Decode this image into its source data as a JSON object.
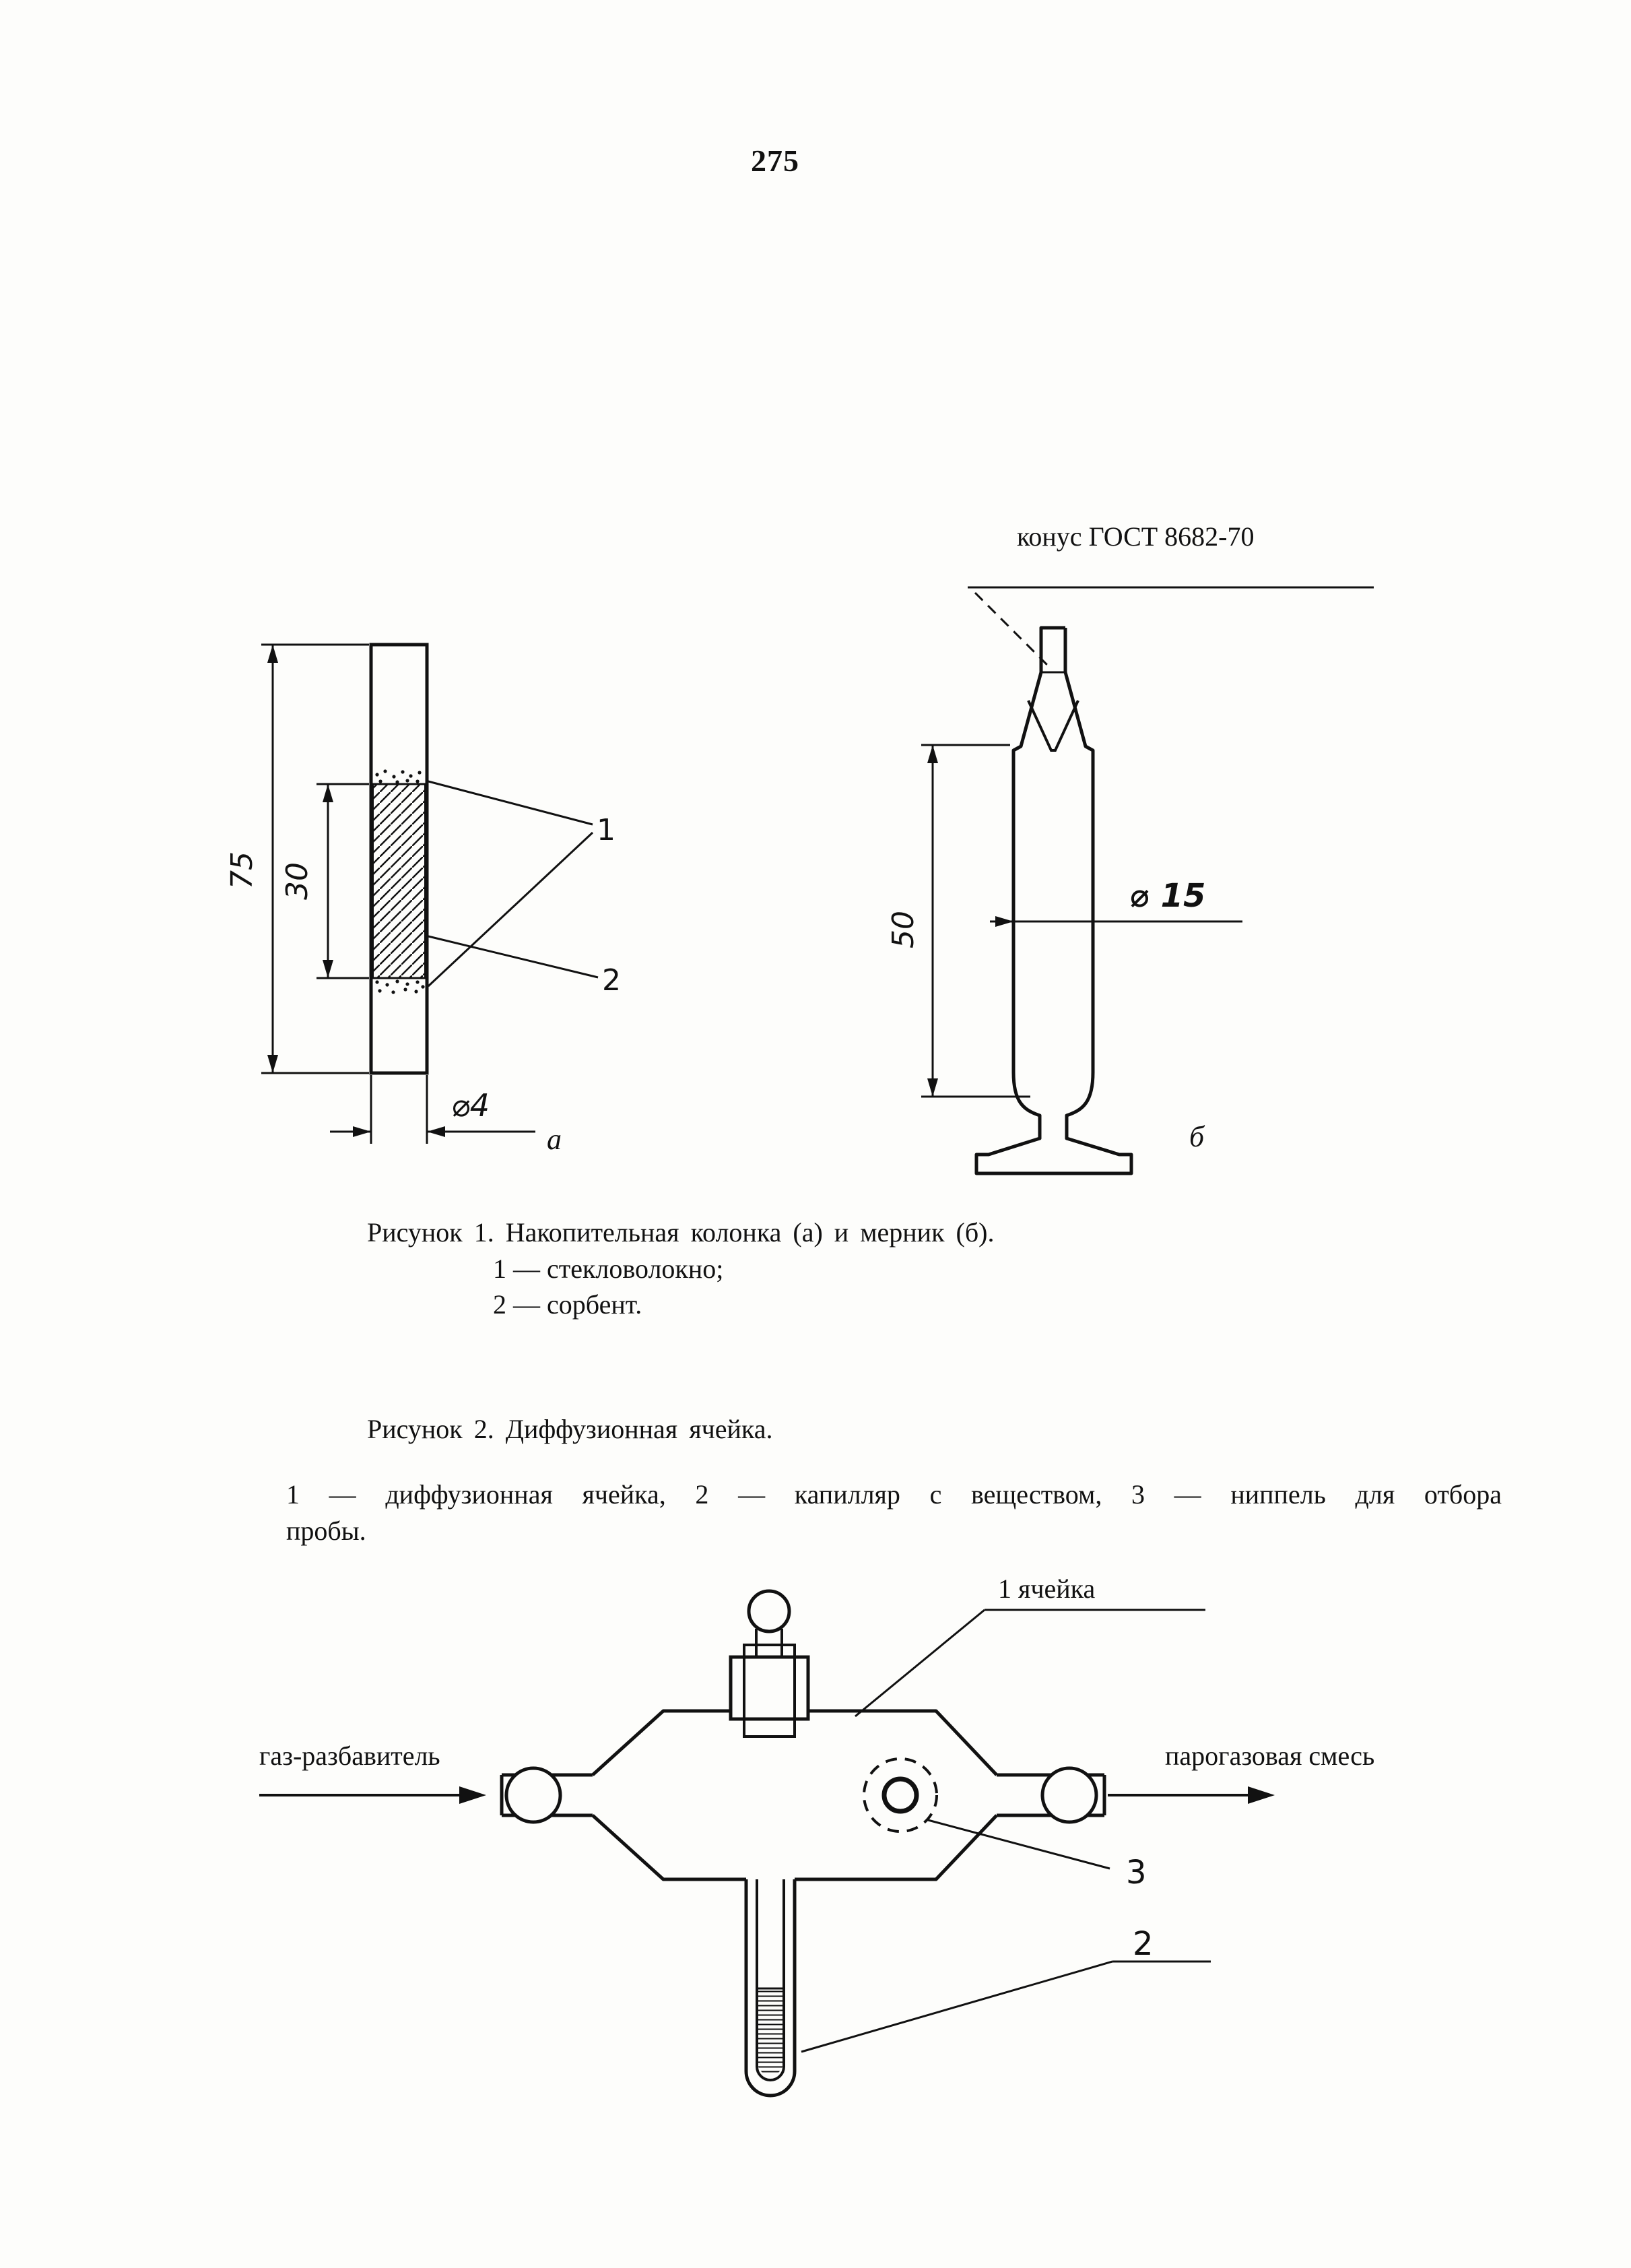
{
  "page": {
    "number": "275"
  },
  "figure1": {
    "cone_label": "конус  ГОСТ  8682-70",
    "column": {
      "dim_total_height": "75",
      "dim_sorbent_height": "30",
      "dim_diameter": "⌀4",
      "callout_glass_fiber": "1",
      "callout_sorbent": "2",
      "sublabel": "а"
    },
    "vessel": {
      "dim_height": "50",
      "dim_diameter": "⌀ 15",
      "sublabel": "б"
    },
    "caption": "Рисунок 1. Накопительная колонка (а) и мерник (б).",
    "legend_1": "1 — стекловолокно;",
    "legend_2": "2 — сорбент."
  },
  "figure2": {
    "caption": "Рисунок 2. Диффузионная ячейка.",
    "description_line1": "1 — диффузионная ячейка, 2 — капилляр с веществом, 3 — ниппель для отбора",
    "description_line2": "пробы.",
    "label_cell": "1 ячейка",
    "label_gas_in": "газ-разбавитель",
    "label_gas_out": "парогазовая смесь",
    "callout_nipple": "3",
    "callout_capillary": "2"
  }
}
